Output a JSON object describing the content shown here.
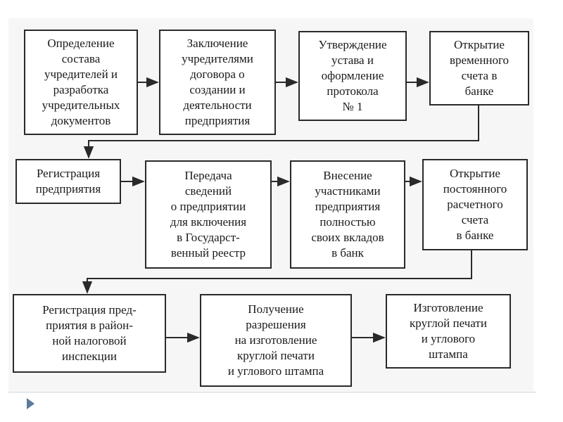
{
  "diagram": {
    "rows": [
      {
        "steps": [
          {
            "id": "step-1",
            "label": "Определение\nсостава\nучредителей и\nразработка\nучредительных\nдокументов"
          },
          {
            "id": "step-2",
            "label": "Заключение\nучредителями\nдоговора о\nсоздании и\nдеятельности\nпредприятия"
          },
          {
            "id": "step-3",
            "label": "Утверждение\nустава и\nоформление\nпротокола\n№ 1"
          },
          {
            "id": "step-4",
            "label": "Открытие\nвременного\nсчета в\nбанке"
          }
        ]
      },
      {
        "steps": [
          {
            "id": "step-5",
            "label": "Регистрация\nпредприятия"
          },
          {
            "id": "step-6",
            "label": "Передача\nсведений\nо предприятии\nдля включения\nв Государст-\nвенный реестр"
          },
          {
            "id": "step-7",
            "label": "Внесение\nучастниками\nпредприятия\nполностью\nсвоих вкладов\nв банк"
          },
          {
            "id": "step-8",
            "label": "Открытие\nпостоянного\nрасчетного\nсчета\nв банке"
          }
        ]
      },
      {
        "steps": [
          {
            "id": "step-9",
            "label": "Регистрация пред-\nприятия в район-\nной налоговой\nинспекции"
          },
          {
            "id": "step-10",
            "label": "Получение\nразрешения\nна изготовление\nкруглой печати\nи углового штампа"
          },
          {
            "id": "step-11",
            "label": "Изготовление\nкруглой печати\nи углового\nштампа"
          }
        ]
      }
    ]
  },
  "colors": {
    "line": "#2a2a2a",
    "box_border": "#2a2a2a",
    "nav_arrow": "#5c7a99"
  },
  "icons": {
    "nav": "triangle-right-icon"
  }
}
